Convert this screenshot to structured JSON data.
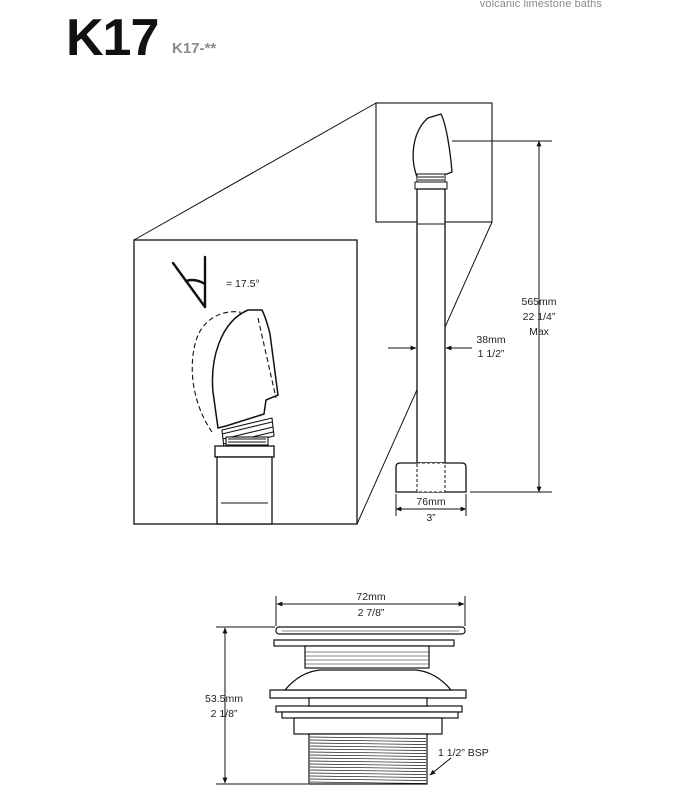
{
  "header": {
    "brand": "volcanic limestone baths",
    "model": "K17",
    "code": "K17-**"
  },
  "detail": {
    "angle": "= 17.5°"
  },
  "overflow": {
    "height_mm": "565mm",
    "height_in": "22 1/4”",
    "height_note": "Max",
    "pipe_mm": "38mm",
    "pipe_in": "1 1/2”",
    "base_mm": "76mm",
    "base_in": "3”"
  },
  "waste": {
    "width_mm": "72mm",
    "width_in": "2 7/8”",
    "height_mm": "53.5mm",
    "height_in": "2 1/8”",
    "thread": "1 1/2” BSP"
  },
  "colors": {
    "line": "#111111",
    "brand_gray": "#8a8a8a"
  }
}
